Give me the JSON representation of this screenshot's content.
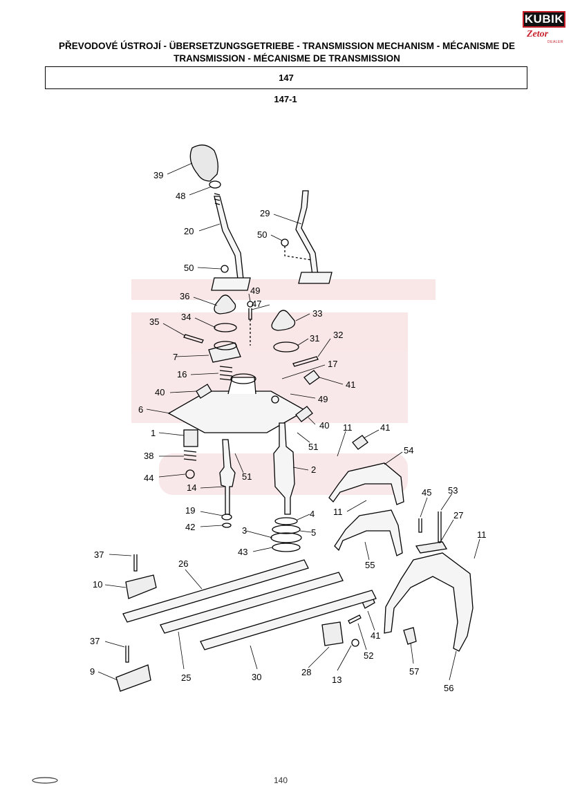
{
  "header": {
    "title": "PŘEVODOVÉ ÚSTROJÍ - ÜBERSETZUNGSGETRIEBE - TRANSMISSION MECHANISM - MÉCANISME DE TRANSMISSION - MÉCANISME DE TRANSMISSION",
    "section": "147",
    "subsection": "147-1"
  },
  "logo": {
    "brand": "KUBIK",
    "sub": "Zetor",
    "tag": "DEALER"
  },
  "footer": {
    "page": "140"
  },
  "callouts": [
    {
      "n": "39"
    },
    {
      "n": "48"
    },
    {
      "n": "20"
    },
    {
      "n": "29"
    },
    {
      "n": "50"
    },
    {
      "n": "50"
    },
    {
      "n": "36"
    },
    {
      "n": "49"
    },
    {
      "n": "47"
    },
    {
      "n": "33"
    },
    {
      "n": "34"
    },
    {
      "n": "35"
    },
    {
      "n": "31"
    },
    {
      "n": "32"
    },
    {
      "n": "7"
    },
    {
      "n": "16"
    },
    {
      "n": "17"
    },
    {
      "n": "41"
    },
    {
      "n": "40"
    },
    {
      "n": "49"
    },
    {
      "n": "6"
    },
    {
      "n": "40"
    },
    {
      "n": "1"
    },
    {
      "n": "11"
    },
    {
      "n": "41"
    },
    {
      "n": "51"
    },
    {
      "n": "54"
    },
    {
      "n": "38"
    },
    {
      "n": "2"
    },
    {
      "n": "51"
    },
    {
      "n": "44"
    },
    {
      "n": "14"
    },
    {
      "n": "45"
    },
    {
      "n": "53"
    },
    {
      "n": "11"
    },
    {
      "n": "19"
    },
    {
      "n": "4"
    },
    {
      "n": "27"
    },
    {
      "n": "42"
    },
    {
      "n": "3"
    },
    {
      "n": "5"
    },
    {
      "n": "11"
    },
    {
      "n": "43"
    },
    {
      "n": "37"
    },
    {
      "n": "26"
    },
    {
      "n": "55"
    },
    {
      "n": "10"
    },
    {
      "n": "41"
    },
    {
      "n": "52"
    },
    {
      "n": "37"
    },
    {
      "n": "28"
    },
    {
      "n": "57"
    },
    {
      "n": "9"
    },
    {
      "n": "25"
    },
    {
      "n": "30"
    },
    {
      "n": "13"
    },
    {
      "n": "56"
    }
  ]
}
